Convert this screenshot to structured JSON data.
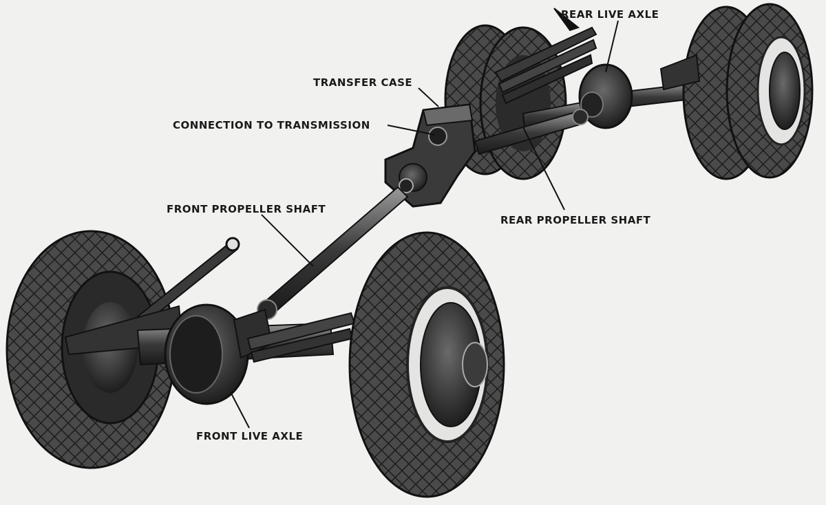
{
  "labels": {
    "rear_live_axle": "REAR LIVE AXLE",
    "transfer_case": "TRANSFER CASE",
    "connection_to_transmission": "CONNECTION TO TRANSMISSION",
    "front_propeller_shaft": "FRONT PROPELLER SHAFT",
    "rear_propeller_shaft": "REAR PROPELLER SHAFT",
    "front_live_axle": "FRONT LIVE AXLE"
  },
  "colors": {
    "background": "#f1f1ef",
    "ink": "#1a1a1a",
    "metal_dark": "#2a2a2a",
    "metal_mid": "#555555",
    "tire": "#3a3a3a"
  }
}
